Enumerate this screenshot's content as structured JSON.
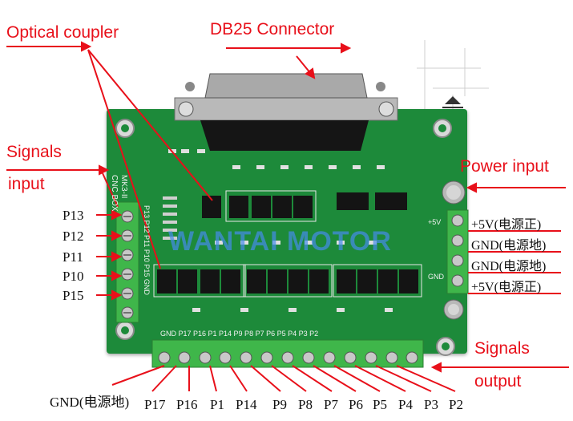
{
  "titles": {
    "optical_coupler": "Optical coupler",
    "db25_connector": "DB25 Connector",
    "signals_input_line1": "Signals",
    "signals_input_line2": "input",
    "power_input": "Power input",
    "signals_output_line1": "Signals",
    "signals_output_line2": "output"
  },
  "input_pins": [
    "P13",
    "P12",
    "P11",
    "P10",
    "P15"
  ],
  "power_pins": [
    "+5V(电源正)",
    "GND(电源地)",
    "GND(电源地)",
    "+5V(电源正)"
  ],
  "bottom_pins": {
    "gnd": "GND(电源地)",
    "pins": [
      "P17",
      "P16",
      "P1",
      "P14",
      "P9",
      "P8",
      "P7",
      "P6",
      "P5",
      "P4",
      "P3",
      "P2"
    ]
  },
  "board": {
    "brand": "WANTAI MOTOR",
    "model_line1": "CNC BOX",
    "model_line2": "MK3-II",
    "top_silk": "GND P17 P16 P1 P14 P9 P8 P7 P6 P5 P4 P3 P2",
    "side_silk": "P13 P12 P11 P10 P15 GND",
    "power_silk_top": "+5V",
    "power_silk_bottom": "GND"
  },
  "colors": {
    "accent_red": "#e8101a",
    "pcb_green": "#1d8a3a",
    "terminal_green": "#3fb64a",
    "chip_black": "#141414"
  }
}
